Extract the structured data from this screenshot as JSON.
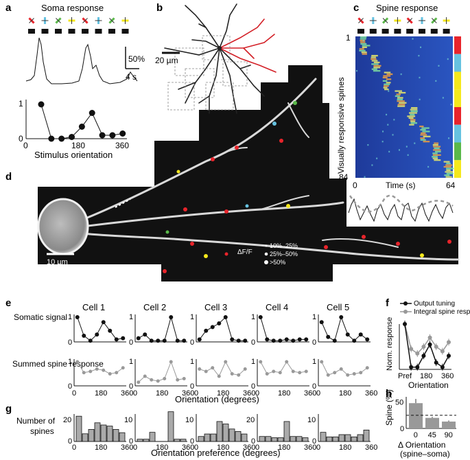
{
  "panels": {
    "a": {
      "letter": "a",
      "title": "Soma response",
      "scale_pct": "50%",
      "scale_time": "4 s",
      "y_ticks": [
        "1",
        "0"
      ],
      "x_ticks": [
        "0",
        "180",
        "360"
      ],
      "xlabel": "Stimulus orientation",
      "tuning": [
        1.0,
        0.0,
        0.0,
        0.05,
        0.35,
        0.75,
        0.1,
        0.1,
        0.15
      ]
    },
    "b": {
      "letter": "b",
      "scale": "20 µm"
    },
    "c": {
      "letter": "c",
      "title": "Spine response",
      "ylabel": "Visually responsive spines",
      "y_top": "1",
      "y_bottom": "84",
      "x_left": "0",
      "x_right": "64",
      "xlabel": "Time (s)",
      "side_colors": [
        "#e8242b",
        "#66c2e0",
        "#f5e81c",
        "#f5e81c",
        "#e8242b",
        "#66c2e0",
        "#5ab84a",
        "#f5e81c"
      ]
    },
    "d": {
      "letter": "d",
      "scale": "10 µm",
      "legend_label": "ΔF/F",
      "legend": [
        "10%–25%",
        "25%–50%",
        ">50%"
      ]
    },
    "e": {
      "letter": "e",
      "row1": "Somatic signal",
      "row2": "Summed spine response",
      "xlabel": "Orientation (degrees)",
      "cells": [
        "Cell 1",
        "Cell 2",
        "Cell 3",
        "Cell 4",
        "Cell 5"
      ],
      "x_ticks": [
        "0",
        "180",
        "360"
      ],
      "y_ticks": [
        "1",
        "0"
      ]
    },
    "f": {
      "letter": "f",
      "legend": [
        "Output tuning",
        "Integral spine response"
      ],
      "ylabel": "Norm. response",
      "x_ticks": [
        "Pref",
        "180",
        "360"
      ],
      "xlabel": "Orientation"
    },
    "g": {
      "letter": "g",
      "ylabel": "Number of spines",
      "xlabel": "Orientation preference (degrees)",
      "y_ticks": [
        [
          "20",
          "0"
        ],
        [
          "10",
          "0"
        ],
        [
          "10",
          "0"
        ],
        [
          "20",
          "0"
        ],
        [
          "10",
          "0"
        ]
      ]
    },
    "h": {
      "letter": "h",
      "ylabel": "Spine (%)",
      "y_ticks": [
        "50",
        "0"
      ],
      "x_ticks": [
        "0",
        "45",
        "90"
      ],
      "xlabel1": "Δ Orientation",
      "xlabel2": "(spine–soma)"
    }
  },
  "chart_data": [
    {
      "type": "line",
      "panel": "e",
      "name": "Cell 1 somatic",
      "x": [
        22.5,
        67.5,
        112.5,
        157.5,
        202.5,
        247.5,
        292.5,
        337.5
      ],
      "values": [
        1.0,
        0.25,
        0.05,
        0.3,
        0.8,
        0.45,
        0.1,
        0.15
      ]
    },
    {
      "type": "line",
      "panel": "e",
      "name": "Cell 2 somatic",
      "x": [
        22.5,
        67.5,
        112.5,
        157.5,
        202.5,
        247.5,
        292.5,
        337.5
      ],
      "values": [
        0.15,
        0.3,
        0.05,
        0.05,
        0.05,
        1.0,
        0.05,
        0.05
      ]
    },
    {
      "type": "line",
      "panel": "e",
      "name": "Cell 3 somatic",
      "x": [
        22.5,
        67.5,
        112.5,
        157.5,
        202.5,
        247.5,
        292.5,
        337.5
      ],
      "values": [
        0.1,
        0.45,
        0.6,
        0.75,
        1.0,
        0.1,
        0.05,
        0.05
      ]
    },
    {
      "type": "line",
      "panel": "e",
      "name": "Cell 4 somatic",
      "x": [
        22.5,
        67.5,
        112.5,
        157.5,
        202.5,
        247.5,
        292.5,
        337.5
      ],
      "values": [
        1.0,
        0.1,
        0.05,
        0.05,
        0.1,
        0.05,
        0.1,
        0.1
      ]
    },
    {
      "type": "line",
      "panel": "e",
      "name": "Cell 5 somatic",
      "x": [
        22.5,
        67.5,
        112.5,
        157.5,
        202.5,
        247.5,
        292.5,
        337.5
      ],
      "values": [
        0.8,
        0.2,
        0.05,
        1.0,
        0.3,
        0.05,
        0.3,
        0.1
      ]
    },
    {
      "type": "line",
      "panel": "e",
      "name": "Cell 1 spine",
      "x": [
        22.5,
        67.5,
        112.5,
        157.5,
        202.5,
        247.5,
        292.5,
        337.5
      ],
      "values": [
        1.0,
        0.55,
        0.6,
        0.7,
        0.65,
        0.5,
        0.55,
        0.75
      ]
    },
    {
      "type": "line",
      "panel": "e",
      "name": "Cell 2 spine",
      "x": [
        22.5,
        67.5,
        112.5,
        157.5,
        202.5,
        247.5,
        292.5,
        337.5
      ],
      "values": [
        0.15,
        0.4,
        0.25,
        0.2,
        0.3,
        1.0,
        0.25,
        0.3
      ]
    },
    {
      "type": "line",
      "panel": "e",
      "name": "Cell 3 spine",
      "x": [
        22.5,
        67.5,
        112.5,
        157.5,
        202.5,
        247.5,
        292.5,
        337.5
      ],
      "values": [
        0.7,
        0.6,
        0.75,
        0.4,
        1.0,
        0.5,
        0.45,
        0.7
      ]
    },
    {
      "type": "line",
      "panel": "e",
      "name": "Cell 4 spine",
      "x": [
        22.5,
        67.5,
        112.5,
        157.5,
        202.5,
        247.5,
        292.5,
        337.5
      ],
      "values": [
        1.0,
        0.5,
        0.6,
        0.55,
        1.0,
        0.6,
        0.55,
        0.6
      ]
    },
    {
      "type": "line",
      "panel": "e",
      "name": "Cell 5 spine",
      "x": [
        22.5,
        67.5,
        112.5,
        157.5,
        202.5,
        247.5,
        292.5,
        337.5
      ],
      "values": [
        1.0,
        0.45,
        0.55,
        0.7,
        0.45,
        0.5,
        0.55,
        0.75
      ]
    },
    {
      "type": "line",
      "panel": "f",
      "series": [
        {
          "name": "Output tuning",
          "x": [
            0,
            45,
            90,
            135,
            180,
            225,
            270,
            315
          ],
          "values": [
            1.0,
            0.05,
            0.05,
            0.3,
            0.55,
            0.15,
            0.05,
            0.3
          ]
        },
        {
          "name": "Integral spine response",
          "x": [
            0,
            45,
            90,
            135,
            180,
            225,
            270,
            315
          ],
          "values": [
            1.0,
            0.45,
            0.35,
            0.5,
            0.7,
            0.5,
            0.4,
            0.6
          ]
        }
      ]
    },
    {
      "type": "bar",
      "panel": "g",
      "name": "Cell 1",
      "ylim": [
        0,
        25
      ],
      "values": [
        23,
        7,
        11,
        17,
        15,
        14,
        11,
        8
      ]
    },
    {
      "type": "bar",
      "panel": "g",
      "name": "Cell 2",
      "ylim": [
        0,
        12
      ],
      "values": [
        1,
        1,
        4,
        0,
        0,
        13,
        1,
        1
      ]
    },
    {
      "type": "bar",
      "panel": "g",
      "name": "Cell 3",
      "ylim": [
        0,
        11
      ],
      "values": [
        2,
        3,
        3,
        8,
        7,
        5,
        4,
        3
      ]
    },
    {
      "type": "bar",
      "panel": "g",
      "name": "Cell 4",
      "ylim": [
        0,
        22
      ],
      "values": [
        4,
        4,
        3,
        3,
        16,
        4,
        4,
        3
      ]
    },
    {
      "type": "bar",
      "panel": "g",
      "name": "Cell 5",
      "ylim": [
        0,
        12
      ],
      "values": [
        4,
        2,
        2,
        3,
        3,
        2,
        3,
        5
      ]
    },
    {
      "type": "bar",
      "panel": "h",
      "categories": [
        "0",
        "45",
        "90"
      ],
      "ylim": [
        0,
        60
      ],
      "values": [
        48,
        20,
        13
      ],
      "errors": [
        8,
        2,
        2
      ],
      "dashed_line": 25
    }
  ]
}
